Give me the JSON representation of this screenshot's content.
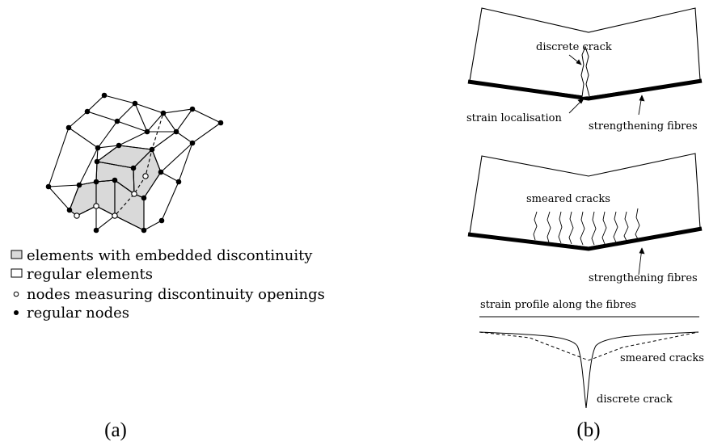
{
  "panel_a": {
    "label": "(a)",
    "legend": [
      {
        "marker": "shaded-square",
        "text": "elements with embedded discontinuity"
      },
      {
        "marker": "open-square",
        "text": "regular elements"
      },
      {
        "marker": "open-circle",
        "text": "nodes measuring discontinuity openings"
      },
      {
        "marker": "filled-circle",
        "text": "regular nodes"
      }
    ]
  },
  "panel_b": {
    "label": "(b)",
    "top_beam": {
      "discrete_crack": "discrete crack",
      "strain_localisation": "strain localisation",
      "strengthening_fibres": "strengthening fibres"
    },
    "middle_beam": {
      "smeared_cracks": "smeared cracks",
      "strengthening_fibres": "strengthening fibres"
    },
    "strain_profile": {
      "title": "strain profile along the fibres",
      "smeared_cracks": "smeared cracks",
      "discrete_crack": "discrete crack"
    }
  },
  "colors": {
    "shade": "#d9d9d9",
    "line": "#000000"
  }
}
